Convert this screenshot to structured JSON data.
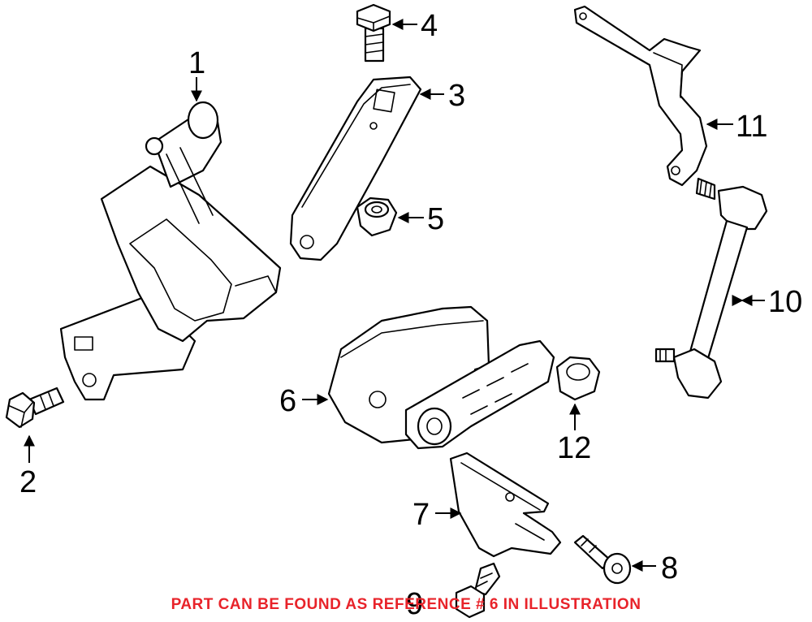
{
  "callouts": {
    "p1": "1",
    "p2": "2",
    "p3": "3",
    "p4": "4",
    "p5": "5",
    "p6": "6",
    "p7": "7",
    "p8": "8",
    "p9": "9",
    "p10": "10",
    "p11": "11",
    "p12": "12"
  },
  "note": {
    "text": "PART CAN BE FOUND AS REFERENCE # 6 IN ILLUSTRATION",
    "color": "#e8232a"
  }
}
